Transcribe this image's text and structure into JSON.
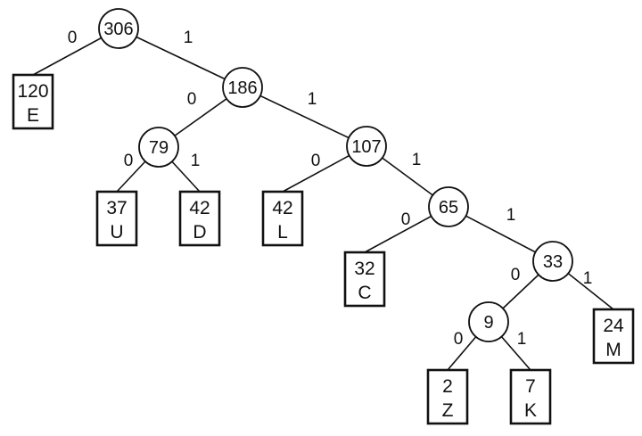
{
  "tree": {
    "internal_nodes": [
      {
        "id": "n306",
        "weight": "306"
      },
      {
        "id": "n186",
        "weight": "186"
      },
      {
        "id": "n79",
        "weight": "79"
      },
      {
        "id": "n107",
        "weight": "107"
      },
      {
        "id": "n65",
        "weight": "65"
      },
      {
        "id": "n33",
        "weight": "33"
      },
      {
        "id": "n9",
        "weight": "9"
      }
    ],
    "leaves": [
      {
        "id": "E",
        "weight": "120",
        "symbol": "E"
      },
      {
        "id": "U",
        "weight": "37",
        "symbol": "U"
      },
      {
        "id": "D",
        "weight": "42",
        "symbol": "D"
      },
      {
        "id": "L",
        "weight": "42",
        "symbol": "L"
      },
      {
        "id": "C",
        "weight": "32",
        "symbol": "C"
      },
      {
        "id": "M",
        "weight": "24",
        "symbol": "M"
      },
      {
        "id": "Z",
        "weight": "2",
        "symbol": "Z"
      },
      {
        "id": "K",
        "weight": "7",
        "symbol": "K"
      }
    ],
    "edges": [
      {
        "from": "n306",
        "to": "E",
        "bit": "0"
      },
      {
        "from": "n306",
        "to": "n186",
        "bit": "1"
      },
      {
        "from": "n186",
        "to": "n79",
        "bit": "0"
      },
      {
        "from": "n186",
        "to": "n107",
        "bit": "1"
      },
      {
        "from": "n79",
        "to": "U",
        "bit": "0"
      },
      {
        "from": "n79",
        "to": "D",
        "bit": "1"
      },
      {
        "from": "n107",
        "to": "L",
        "bit": "0"
      },
      {
        "from": "n107",
        "to": "n65",
        "bit": "1"
      },
      {
        "from": "n65",
        "to": "C",
        "bit": "0"
      },
      {
        "from": "n65",
        "to": "n33",
        "bit": "1"
      },
      {
        "from": "n33",
        "to": "n9",
        "bit": "0"
      },
      {
        "from": "n33",
        "to": "M",
        "bit": "1"
      },
      {
        "from": "n9",
        "to": "Z",
        "bit": "0"
      },
      {
        "from": "n9",
        "to": "K",
        "bit": "1"
      }
    ]
  }
}
